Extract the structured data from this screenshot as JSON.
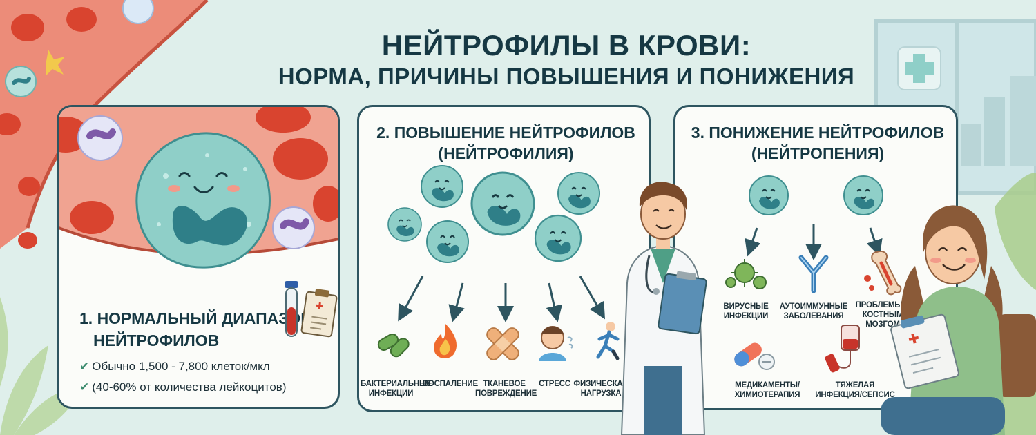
{
  "title": {
    "line1": "НЕЙТРОФИЛЫ В КРОВИ:",
    "line2": "НОРМА, ПРИЧИНЫ ПОВЫШЕНИЯ И ПОНИЖЕНИЯ"
  },
  "panel_normal": {
    "title_line1": "1. НОРМАЛЬНЫЙ ДИАПАЗОН",
    "title_line2": "НЕЙТРОФИЛОВ",
    "bullets": [
      "Обычно 1,500 - 7,800 клеток/мкл",
      "(40-60% от количества лейкоцитов)"
    ]
  },
  "panel_increase": {
    "title_line1": "2. ПОВЫШЕНИЕ НЕЙТРОФИЛОВ",
    "title_line2": "(НЕЙТРОФИЛИЯ)",
    "causes": [
      {
        "line1": "БАКТЕРИАЛЬНЫЕ",
        "line2": "ИНФЕКЦИИ",
        "icon": "bacteria-icon"
      },
      {
        "line1": "ВОСПАЛЕНИЕ",
        "line2": "",
        "icon": "flame-icon"
      },
      {
        "line1": "ТКАНЕВОЕ",
        "line2": "ПОВРЕЖДЕНИЕ",
        "icon": "bandage-icon"
      },
      {
        "line1": "СТРЕСС",
        "line2": "",
        "icon": "stressed-person-icon"
      },
      {
        "line1": "ФИЗИЧЕСКАЯ",
        "line2": "НАГРУЗКА",
        "icon": "runner-icon"
      }
    ]
  },
  "panel_decrease": {
    "title_line1": "3. ПОНИЖЕНИЕ НЕЙТРОФИЛОВ",
    "title_line2": "(НЕЙТРОПЕНИЯ)",
    "causes": [
      {
        "line1": "ВИРУСНЫЕ",
        "line2": "ИНФЕКЦИИ",
        "icon": "virus-icon"
      },
      {
        "line1": "АУТОИММУННЫЕ",
        "line2": "ЗАБОЛЕВАНИЯ",
        "icon": "antibody-icon"
      },
      {
        "line1": "ПРОБЛЕМЫ С",
        "line2": "КОСТНЫМ",
        "line3": "МОЗГОМ",
        "icon": "bone-marrow-icon"
      },
      {
        "line1": "МЕДИКАМЕНТЫ/",
        "line2": "ХИМИОТЕРАПИЯ",
        "icon": "pills-icon"
      },
      {
        "line1": "ТЯЖЕЛАЯ",
        "line2": "ИНФЕКЦИЯ/СЕПСИС",
        "icon": "iv-drip-icon"
      }
    ]
  },
  "colors": {
    "background": "#dfefeb",
    "panel_border": "#2e5560",
    "cell": "#8fcfc8",
    "cell_nucleus": "#2f7f88",
    "blood_vessel": "#e7705e",
    "red_cell": "#d9442f",
    "check": "#3b8b6e"
  }
}
